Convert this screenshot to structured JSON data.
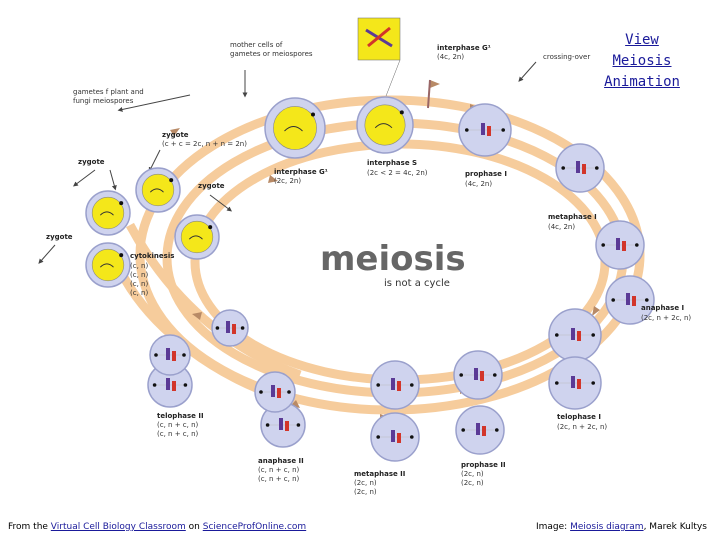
{
  "link": {
    "lines": [
      "View",
      "Meiosis",
      "Animation"
    ]
  },
  "title": {
    "main": "meiosis",
    "sub": "is not a cycle"
  },
  "labels": {
    "mother_cells_1": "mother cells of",
    "mother_cells_2": "gametes or meiospores",
    "gametes_1": "gametes f plant and",
    "gametes_2": "fungi meiospores",
    "zygote_top": "zygote",
    "zygote_top_formula": "(c + c = 2c, n + n = 2n)",
    "zygote_left": "zygote",
    "zygote_mid": "zygote",
    "zygote_low": "zygote",
    "interphase_g1_top": "interphase G¹",
    "interphase_g1_top_formula": "(4c, 2n)",
    "crossing_over": "crossing-over",
    "interphase_g1_inner": "interphase G¹",
    "interphase_g1_inner_formula": "(2c, 2n)",
    "interphase_s": "interphase S",
    "interphase_s_formula": "(2c < 2 = 4c, 2n)",
    "prophase_i": "prophase I",
    "prophase_i_formula": "(4c, 2n)",
    "metaphase_i": "metaphase I",
    "metaphase_i_formula": "(4c, 2n)",
    "anaphase_i": "anaphase I",
    "anaphase_i_formula": "(2c, n + 2c, n)",
    "telophase_i": "telophase I",
    "telophase_i_formula": "(2c, n + 2c, n)",
    "prophase_ii": "prophase II",
    "prophase_ii_f1": "(2c, n)",
    "prophase_ii_f2": "(2c, n)",
    "metaphase_ii": "metaphase II",
    "metaphase_ii_f1": "(2c, n)",
    "metaphase_ii_f2": "(2c, n)",
    "anaphase_ii": "anaphase II",
    "anaphase_ii_f1": "(c, n + c, n)",
    "anaphase_ii_f2": "(c, n + c, n)",
    "telophase_ii": "telophase II",
    "telophase_ii_f1": "(c, n + c, n)",
    "telophase_ii_f2": "(c, n + c, n)",
    "cytokinesis": "cytokinesis",
    "cyto_f1": "(c, n)",
    "cyto_f2": "(c, n)",
    "cyto_f3": "(c, n)",
    "cyto_f4": "(c, n)"
  },
  "footer": {
    "left_prefix": "From the ",
    "left_link1": "Virtual Cell Biology Classroom",
    "left_mid": " on ",
    "left_link2": "ScienceProfOnline.com",
    "right_prefix": "Image: ",
    "right_link": "Meiosis diagram",
    "right_suffix": ", Marek Kultys"
  },
  "colors": {
    "track": "#f6cc9c",
    "cell_fill": "#cfd3ee",
    "cell_stroke": "#9aa0cc",
    "nucleus": "#f4e71a",
    "chrom_red": "#d2352a",
    "chrom_purple": "#5b3a96"
  }
}
